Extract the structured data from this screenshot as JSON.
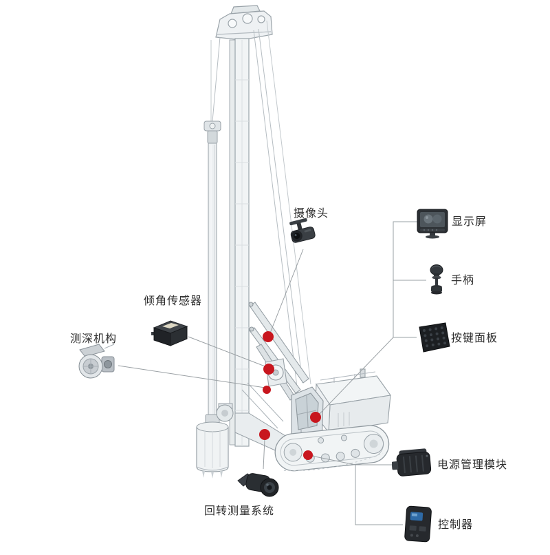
{
  "diagram": {
    "type": "labeled-component-diagram",
    "labels": {
      "camera": {
        "text": "摄像头"
      },
      "display": {
        "text": "显示屏"
      },
      "handle": {
        "text": "手柄"
      },
      "keypad": {
        "text": "按键面板"
      },
      "tilt_sensor": {
        "text": "倾角传感器"
      },
      "depth": {
        "text": "测深机构"
      },
      "rotary": {
        "text": "回转测量系统"
      },
      "power": {
        "text": "电源管理模块"
      },
      "controller": {
        "text": "控制器"
      }
    },
    "icons": {
      "camera": "surveillance-camera-icon",
      "display": "monitor-screen-icon",
      "handle": "joystick-icon",
      "keypad": "button-panel-icon",
      "tilt_sensor": "tilt-sensor-box-icon",
      "depth": "depth-pulley-mechanism-icon",
      "rotary": "rotary-measurement-device-icon",
      "power": "power-module-icon",
      "controller": "controller-box-icon"
    },
    "markers": {
      "count": 6,
      "color": "#c8161e"
    },
    "colors": {
      "marker": "#c8161e",
      "connector": "#9aa0a4",
      "machine_stroke": "#98a1a7",
      "text": "#2e2e2e"
    }
  }
}
